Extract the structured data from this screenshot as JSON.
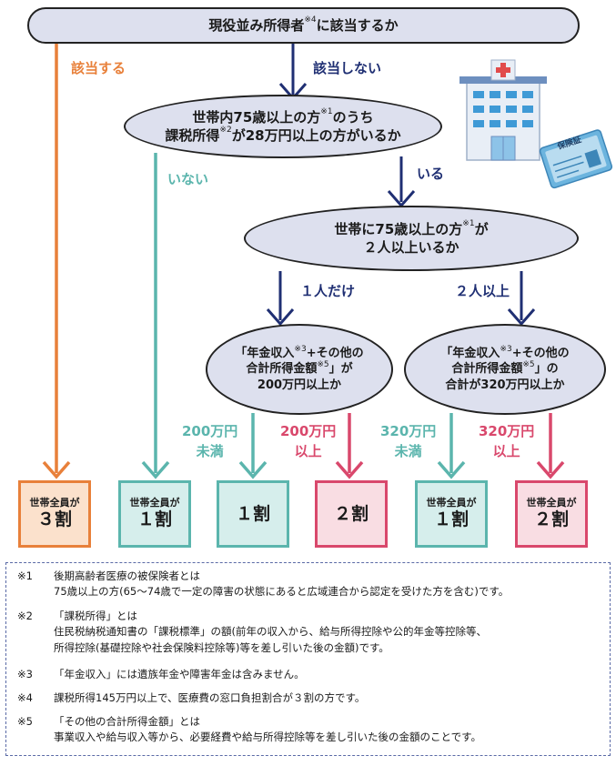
{
  "nodes": {
    "n1": {
      "text": "現役並み所得者",
      "sup": "※4",
      "text2": "に該当するか"
    },
    "n2": {
      "line1a": "世帯内75歳以上の方",
      "line1sup": "※1",
      "line1b": "のうち",
      "line2a": "課税所得",
      "line2sup": "※2",
      "line2b": "が28万円以上の方がいるか"
    },
    "n3": {
      "line1a": "世帯に75歳以上の方",
      "line1sup": "※1",
      "line1b": "が",
      "line2": "２人以上いるか"
    },
    "n4": {
      "l1a": "「年金収入",
      "l1sup": "※3",
      "l1b": "+その他の",
      "l2a": "合計所得金額",
      "l2sup": "※5",
      "l2b": "」が",
      "l3": "200万円以上か"
    },
    "n5": {
      "l1a": "「年金収入",
      "l1sup": "※3",
      "l1b": "+その他の",
      "l2a": "合計所得金額",
      "l2sup": "※5",
      "l2b": "」の",
      "l3": "合計が320万円以上か"
    }
  },
  "labels": {
    "applies": "該当する",
    "not_applies": "該当しない",
    "none": "いない",
    "exists": "いる",
    "one_only": "１人だけ",
    "two_plus": "２人以上",
    "under200_a": "200万円",
    "under200_b": "未満",
    "over200_a": "200万円",
    "over200_b": "以上",
    "under320_a": "320万円",
    "under320_b": "未満",
    "over320_a": "320万円",
    "over320_b": "以上"
  },
  "results": [
    {
      "small": "世帯全員が",
      "big": "３割"
    },
    {
      "small": "世帯全員が",
      "big": "１割"
    },
    {
      "small": "",
      "big": "１割"
    },
    {
      "small": "",
      "big": "２割"
    },
    {
      "small": "世帯全員が",
      "big": "１割"
    },
    {
      "small": "世帯全員が",
      "big": "２割"
    }
  ],
  "card_text": "保険証",
  "notes": [
    {
      "mark": "※1",
      "line1": "後期高齢者医療の被保険者とは",
      "line2": "75歳以上の方(65～74歳で一定の障害の状態にあると広域連合から認定を受けた方を含む)です。"
    },
    {
      "mark": "※2",
      "line1": "「課税所得」とは",
      "line2": "住民税納税通知書の「課税標準」の額(前年の収入から、給与所得控除や公的年金等控除等、",
      "line3": "所得控除(基礎控除や社会保険料控除等)等を差し引いた後の金額)です。"
    },
    {
      "mark": "※3",
      "line1": "「年金収入」には遺族年金や障害年金は含みません。"
    },
    {
      "mark": "※4",
      "line1": "課税所得145万円以上で、医療費の窓口負担割合が３割の方です。"
    },
    {
      "mark": "※5",
      "line1": "「その他の合計所得金額」とは",
      "line2": "事業収入や給与収入等から、必要経費や給与所得控除等を差し引いた後の金額のことです。"
    }
  ],
  "colors": {
    "node_fill": "#dde0ee",
    "navy": "#1f2f73",
    "orange": "#e8803a",
    "teal": "#5bb5ad",
    "pink": "#d9486c",
    "result_orange_fill": "#fbe1cc",
    "result_teal_fill": "#d6eeec",
    "result_pink_fill": "#f9dde3"
  }
}
